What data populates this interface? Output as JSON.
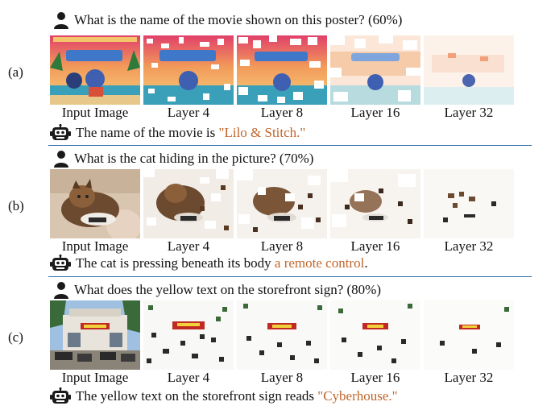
{
  "panels": [
    {
      "label": "(a)",
      "question": "What is the name of the movie shown on this poster? (60%)",
      "image_labels": [
        "Input Image",
        "Layer 4",
        "Layer 8",
        "Layer 16",
        "Layer 32"
      ],
      "answer_prefix": "The name of the movie is ",
      "answer_highlight": "\"Lilo & Stitch.\"",
      "answer_suffix": ""
    },
    {
      "label": "(b)",
      "question": "What is the cat hiding in the picture? (70%)",
      "image_labels": [
        "Input Image",
        "Layer 4",
        "Layer 8",
        "Layer 16",
        "Layer 32"
      ],
      "answer_prefix": "The cat is pressing beneath its body ",
      "answer_highlight": "a remote control",
      "answer_suffix": "."
    },
    {
      "label": "(c)",
      "question": "What does the yellow text on the storefront sign? (80%)",
      "image_labels": [
        "Input Image",
        "Layer 4",
        "Layer 8",
        "Layer 16",
        "Layer 32"
      ],
      "answer_prefix": "The yellow text on the storefront sign reads ",
      "answer_highlight": "\"Cyberhouse.\"",
      "answer_suffix": ""
    }
  ],
  "colors": {
    "highlight": "#c0652a",
    "divider": "#2f6fb0"
  },
  "icons": {
    "question": "user-icon",
    "answer": "robot-icon"
  }
}
